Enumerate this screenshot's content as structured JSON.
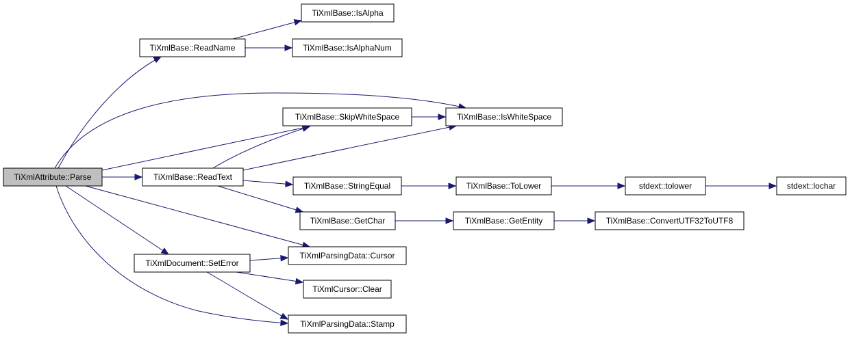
{
  "graph": {
    "root": "TiXmlAttribute::Parse",
    "colors": {
      "edge": "#191970",
      "node_fill": "#ffffff",
      "root_fill": "#bfbfbf",
      "node_border": "#000000",
      "background": "#ffffff"
    },
    "nodes": [
      {
        "id": "parse",
        "label": "TiXmlAttribute::Parse"
      },
      {
        "id": "readname",
        "label": "TiXmlBase::ReadName"
      },
      {
        "id": "isalpha",
        "label": "TiXmlBase::IsAlpha"
      },
      {
        "id": "isalphanum",
        "label": "TiXmlBase::IsAlphaNum"
      },
      {
        "id": "skipws",
        "label": "TiXmlBase::SkipWhiteSpace"
      },
      {
        "id": "isws",
        "label": "TiXmlBase::IsWhiteSpace"
      },
      {
        "id": "readtext",
        "label": "TiXmlBase::ReadText"
      },
      {
        "id": "strequal",
        "label": "TiXmlBase::StringEqual"
      },
      {
        "id": "tolower",
        "label": "TiXmlBase::ToLower"
      },
      {
        "id": "stdtolower",
        "label": "stdext::tolower"
      },
      {
        "id": "lochar",
        "label": "stdext::lochar"
      },
      {
        "id": "getchar",
        "label": "TiXmlBase::GetChar"
      },
      {
        "id": "getentity",
        "label": "TiXmlBase::GetEntity"
      },
      {
        "id": "convert",
        "label": "TiXmlBase::ConvertUTF32ToUTF8"
      },
      {
        "id": "seterror",
        "label": "TiXmlDocument::SetError"
      },
      {
        "id": "cursor",
        "label": "TiXmlParsingData::Cursor"
      },
      {
        "id": "clear",
        "label": "TiXmlCursor::Clear"
      },
      {
        "id": "stamp",
        "label": "TiXmlParsingData::Stamp"
      }
    ],
    "edges": [
      {
        "from": "parse",
        "to": "readname"
      },
      {
        "from": "parse",
        "to": "isws"
      },
      {
        "from": "parse",
        "to": "skipws"
      },
      {
        "from": "parse",
        "to": "readtext"
      },
      {
        "from": "parse",
        "to": "cursor"
      },
      {
        "from": "parse",
        "to": "seterror"
      },
      {
        "from": "parse",
        "to": "stamp"
      },
      {
        "from": "readname",
        "to": "isalpha"
      },
      {
        "from": "readname",
        "to": "isalphanum"
      },
      {
        "from": "skipws",
        "to": "isws"
      },
      {
        "from": "readtext",
        "to": "skipws"
      },
      {
        "from": "readtext",
        "to": "isws"
      },
      {
        "from": "readtext",
        "to": "strequal"
      },
      {
        "from": "readtext",
        "to": "getchar"
      },
      {
        "from": "strequal",
        "to": "tolower"
      },
      {
        "from": "tolower",
        "to": "stdtolower"
      },
      {
        "from": "stdtolower",
        "to": "lochar"
      },
      {
        "from": "getchar",
        "to": "getentity"
      },
      {
        "from": "getentity",
        "to": "convert"
      },
      {
        "from": "seterror",
        "to": "cursor"
      },
      {
        "from": "seterror",
        "to": "clear"
      },
      {
        "from": "seterror",
        "to": "stamp"
      }
    ]
  }
}
